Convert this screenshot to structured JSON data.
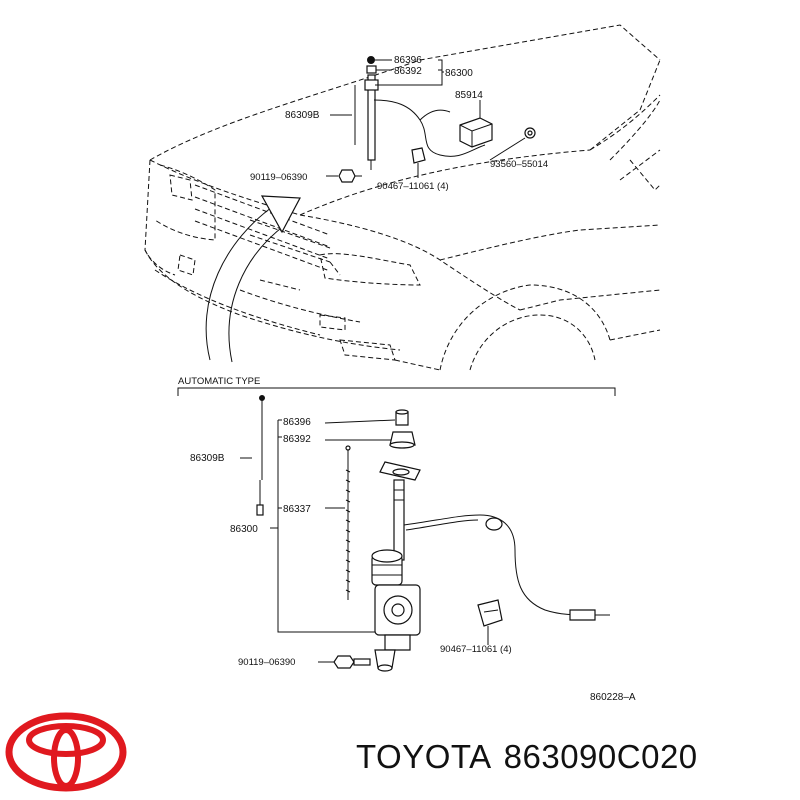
{
  "labels": {
    "top_86396": "86396",
    "top_86392": "86392",
    "top_86300": "86300",
    "top_85914": "85914",
    "top_86309B": "86309B",
    "top_90119": "90119–06390",
    "top_93560": "93560–55014",
    "top_90467": "90467–11061 (4)",
    "automatic_type": "AUTOMATIC TYPE",
    "bot_86396": "86396",
    "bot_86392": "86392",
    "bot_86309B": "86309B",
    "bot_86337": "86337",
    "bot_86300": "86300",
    "bot_90119": "90119–06390",
    "bot_90467": "90467–11061 (4)",
    "fig_ref": "860228–A"
  },
  "brand": {
    "name": "TOYOTA",
    "part_number": "863090C020",
    "logo_color": "#e0191f"
  }
}
